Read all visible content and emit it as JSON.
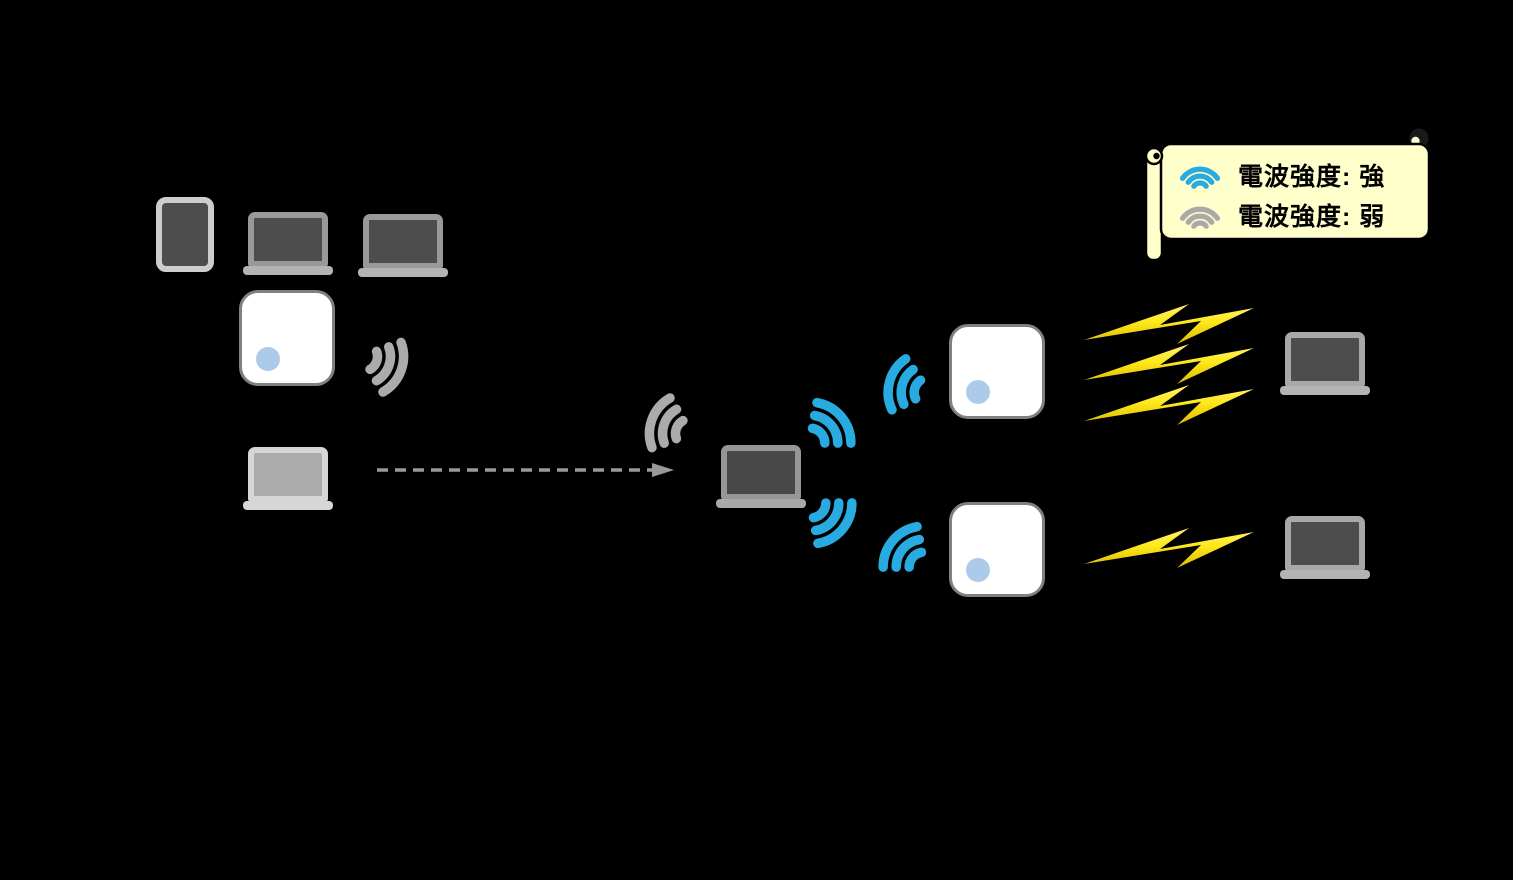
{
  "legend": {
    "background_color": "#FFFFCC",
    "items": [
      {
        "icon": "wifi-signal-strong-icon",
        "signal_color": "#29ABE2",
        "label": "電波強度: 強"
      },
      {
        "icon": "wifi-signal-weak-icon",
        "signal_color": "#AAAAAA",
        "label": "電波強度: 弱"
      }
    ]
  },
  "colors": {
    "background": "#000000",
    "strong_signal_blue": "#29ABE2",
    "weak_signal_gray": "#ABABAB",
    "lightning_yellow": "#FFE400",
    "device_screen": "#4D4D4D",
    "access_point_body": "#FFFFFF",
    "access_point_led": "#ABCBE9",
    "arrow_gray": "#999999"
  },
  "scene": {
    "left_client_devices": [
      "tablet",
      "laptop",
      "laptop"
    ],
    "access_points_count": 3,
    "moving_laptop": {
      "old_position": "faded laptop at left",
      "new_position": "laptop at center"
    },
    "weak_signal_fans": 2,
    "strong_signal_fans": 4,
    "lightning_bolts": {
      "upper_link": 3,
      "lower_link": 1
    }
  }
}
